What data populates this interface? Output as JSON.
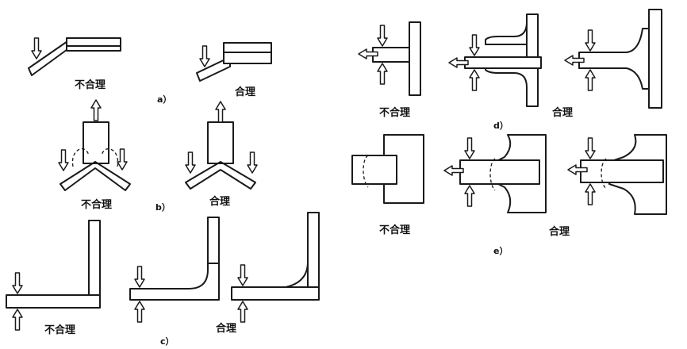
{
  "figure": {
    "a": {
      "sub_label": "a）",
      "bad_label": "不合理",
      "good_label": "合理"
    },
    "b": {
      "sub_label": "b）",
      "bad_label": "不合理",
      "good_label": "合理"
    },
    "c": {
      "sub_label": "c）",
      "bad_label": "不合理",
      "good_label": "合理"
    },
    "d": {
      "sub_label": "d）",
      "bad_label": "不合理",
      "good_label": "合理"
    },
    "e": {
      "sub_label": "e）",
      "bad_label": "不合理",
      "good_label": "合理"
    }
  }
}
